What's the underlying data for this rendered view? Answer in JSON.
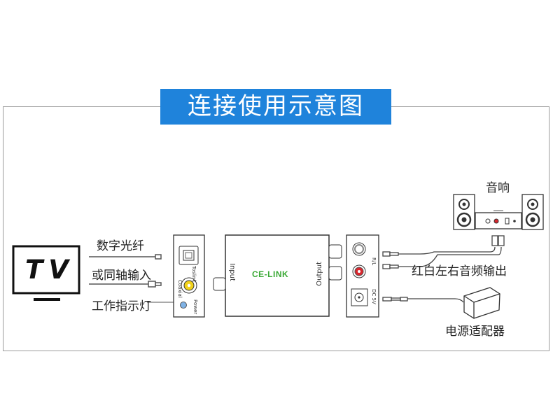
{
  "title": "连接使用示意图",
  "tv": {
    "text": "TV"
  },
  "labels": {
    "optical": "数字光纤",
    "coaxial": "或同轴输入",
    "power_led": "工作指示灯",
    "speaker": "音响",
    "rca_out": "红白左右音频输出",
    "adapter": "电源适配器"
  },
  "device": {
    "brand": "CE-LINK",
    "input": "Input",
    "output": "Output"
  },
  "input_panel": {
    "toslink": "Toslink",
    "coaxial": "Coaxial",
    "power": "Power"
  },
  "output_panel": {
    "rl": "R/L",
    "dc": "DC 5V"
  },
  "colors": {
    "title_bg": "#1f83db",
    "brand": "#3aa935",
    "rca_red": "#d9272e",
    "coax_yellow": "#f2d21b",
    "led_blue": "#7fb2e5"
  }
}
